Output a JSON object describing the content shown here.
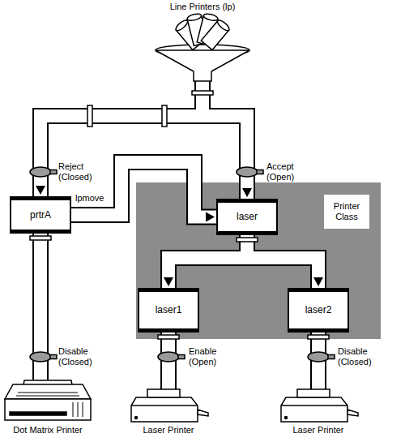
{
  "diagram": {
    "nodes": [
      {
        "text": [
          "Line Printers (lp)"
        ]
      },
      {
        "text": [
          "prtrA"
        ]
      },
      {
        "text": [
          "Printer Class"
        ]
      },
      {
        "text": [
          "laser"
        ],
        "in": 2
      },
      {
        "text": [
          "laser1"
        ],
        "in": 2
      },
      {
        "text": [
          "laser2"
        ],
        "in": 2
      },
      {
        "text": [
          "Dot Matrix Printer"
        ]
      },
      {
        "text": [
          "Laser Printer"
        ]
      },
      {
        "text": [
          "Laser Printer"
        ]
      }
    ],
    "edges": [
      {
        "from": 0,
        "to": 1,
        "label": "Reject (Closed)",
        "arrow": "to"
      },
      {
        "from": 0,
        "to": 3,
        "label": "Accept (Open)",
        "arrow": "to"
      },
      {
        "from": 1,
        "to": 3,
        "label": "lpmove",
        "arrow": "to"
      },
      {
        "from": 3,
        "to": 4,
        "arrow": "to"
      },
      {
        "from": 3,
        "to": 5,
        "arrow": "to"
      },
      {
        "from": 1,
        "to": 6,
        "label": "Disable (Closed)",
        "arrow": "none"
      },
      {
        "from": 4,
        "to": 7,
        "label": "Enable (Open)",
        "arrow": "none"
      },
      {
        "from": 5,
        "to": 8,
        "label": "Disable (Closed)",
        "arrow": "none"
      }
    ]
  }
}
